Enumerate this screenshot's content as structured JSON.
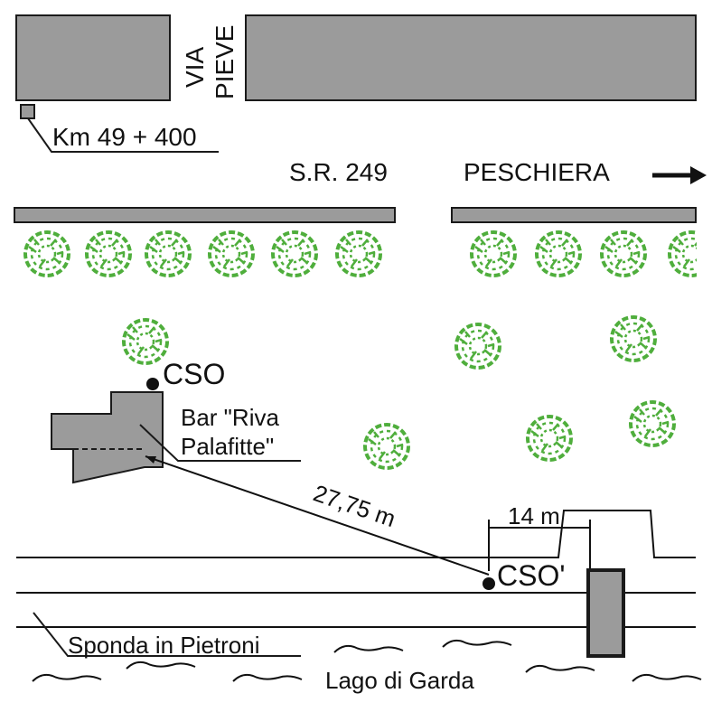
{
  "labels": {
    "via": "VIA",
    "pieve": "PIEVE",
    "km_marker": "Km 49 + 400",
    "road": "S.R. 249",
    "direction": "PESCHIERA",
    "cso": "CSO",
    "bar_line1": "Bar \"Riva",
    "bar_line2": "Palafitte\"",
    "distance_long": "27,75 m",
    "distance_short": "14 m",
    "cso_prime": "CSO'",
    "shore": "Sponda in Pietroni",
    "lake": "Lago di Garda"
  },
  "colors": {
    "building_fill": "#9b9b9b",
    "outline": "#1a1a1a",
    "tree": "#4fae3c",
    "background": "#ffffff"
  },
  "icons": {
    "direction_arrow": "arrow-right-icon",
    "tree": "tree-icon",
    "wave": "wave-icon"
  }
}
